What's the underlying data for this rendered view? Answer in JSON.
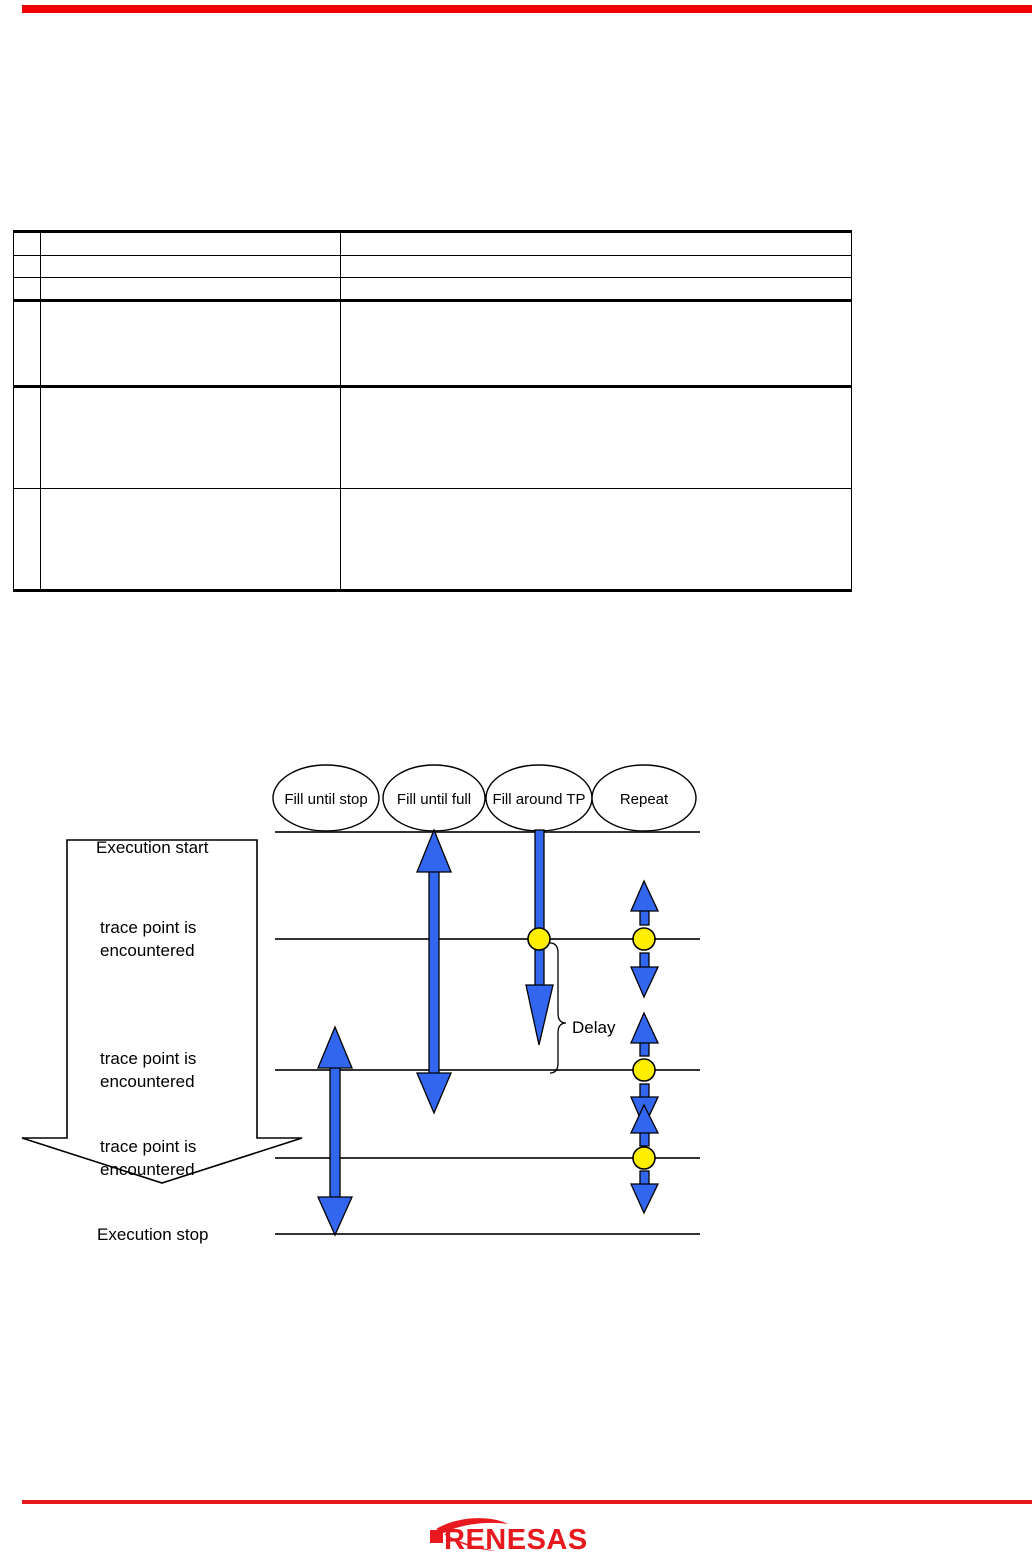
{
  "page": {
    "background_color": "#ffffff",
    "rule_color": "#f00000",
    "footer_rule_color": "#e8191e"
  },
  "spec_table": {
    "name": "specification-table",
    "columns": [
      "",
      "",
      ""
    ],
    "rows": [
      {
        "cells": [
          "",
          "",
          ""
        ]
      },
      {
        "cells": [
          "",
          "",
          ""
        ]
      },
      {
        "cells": [
          "",
          "",
          ""
        ]
      },
      {
        "cells": [
          "",
          "",
          ""
        ]
      },
      {
        "cells": [
          "",
          "",
          ""
        ]
      },
      {
        "cells": [
          "",
          "",
          ""
        ]
      }
    ]
  },
  "figure": {
    "name": "trace-fill-mode-timing-diagram",
    "colors": {
      "arrow_blue": "#3366ee",
      "trace_point_yellow": "#ffee00",
      "line_black": "#333333",
      "outline": "#000000"
    },
    "mode_labels": [
      "Fill until stop",
      "Fill until full",
      "Fill around TP",
      "Repeat"
    ],
    "timeline_labels": [
      "Execution start",
      "trace point is",
      "encountered",
      "trace point is",
      "encountered",
      "trace point is",
      "encountered",
      "Execution stop"
    ],
    "execution_start_label": "Execution start",
    "execution_stop_label": "Execution stop",
    "trace_point_label_line1": "trace point is",
    "trace_point_label_line2": "encountered",
    "delay_label": "Delay",
    "event_rows": 4,
    "trace_point_markers": 3
  },
  "footer": {
    "logo_text": "RENESAS",
    "logo_color": "#e8191e"
  }
}
